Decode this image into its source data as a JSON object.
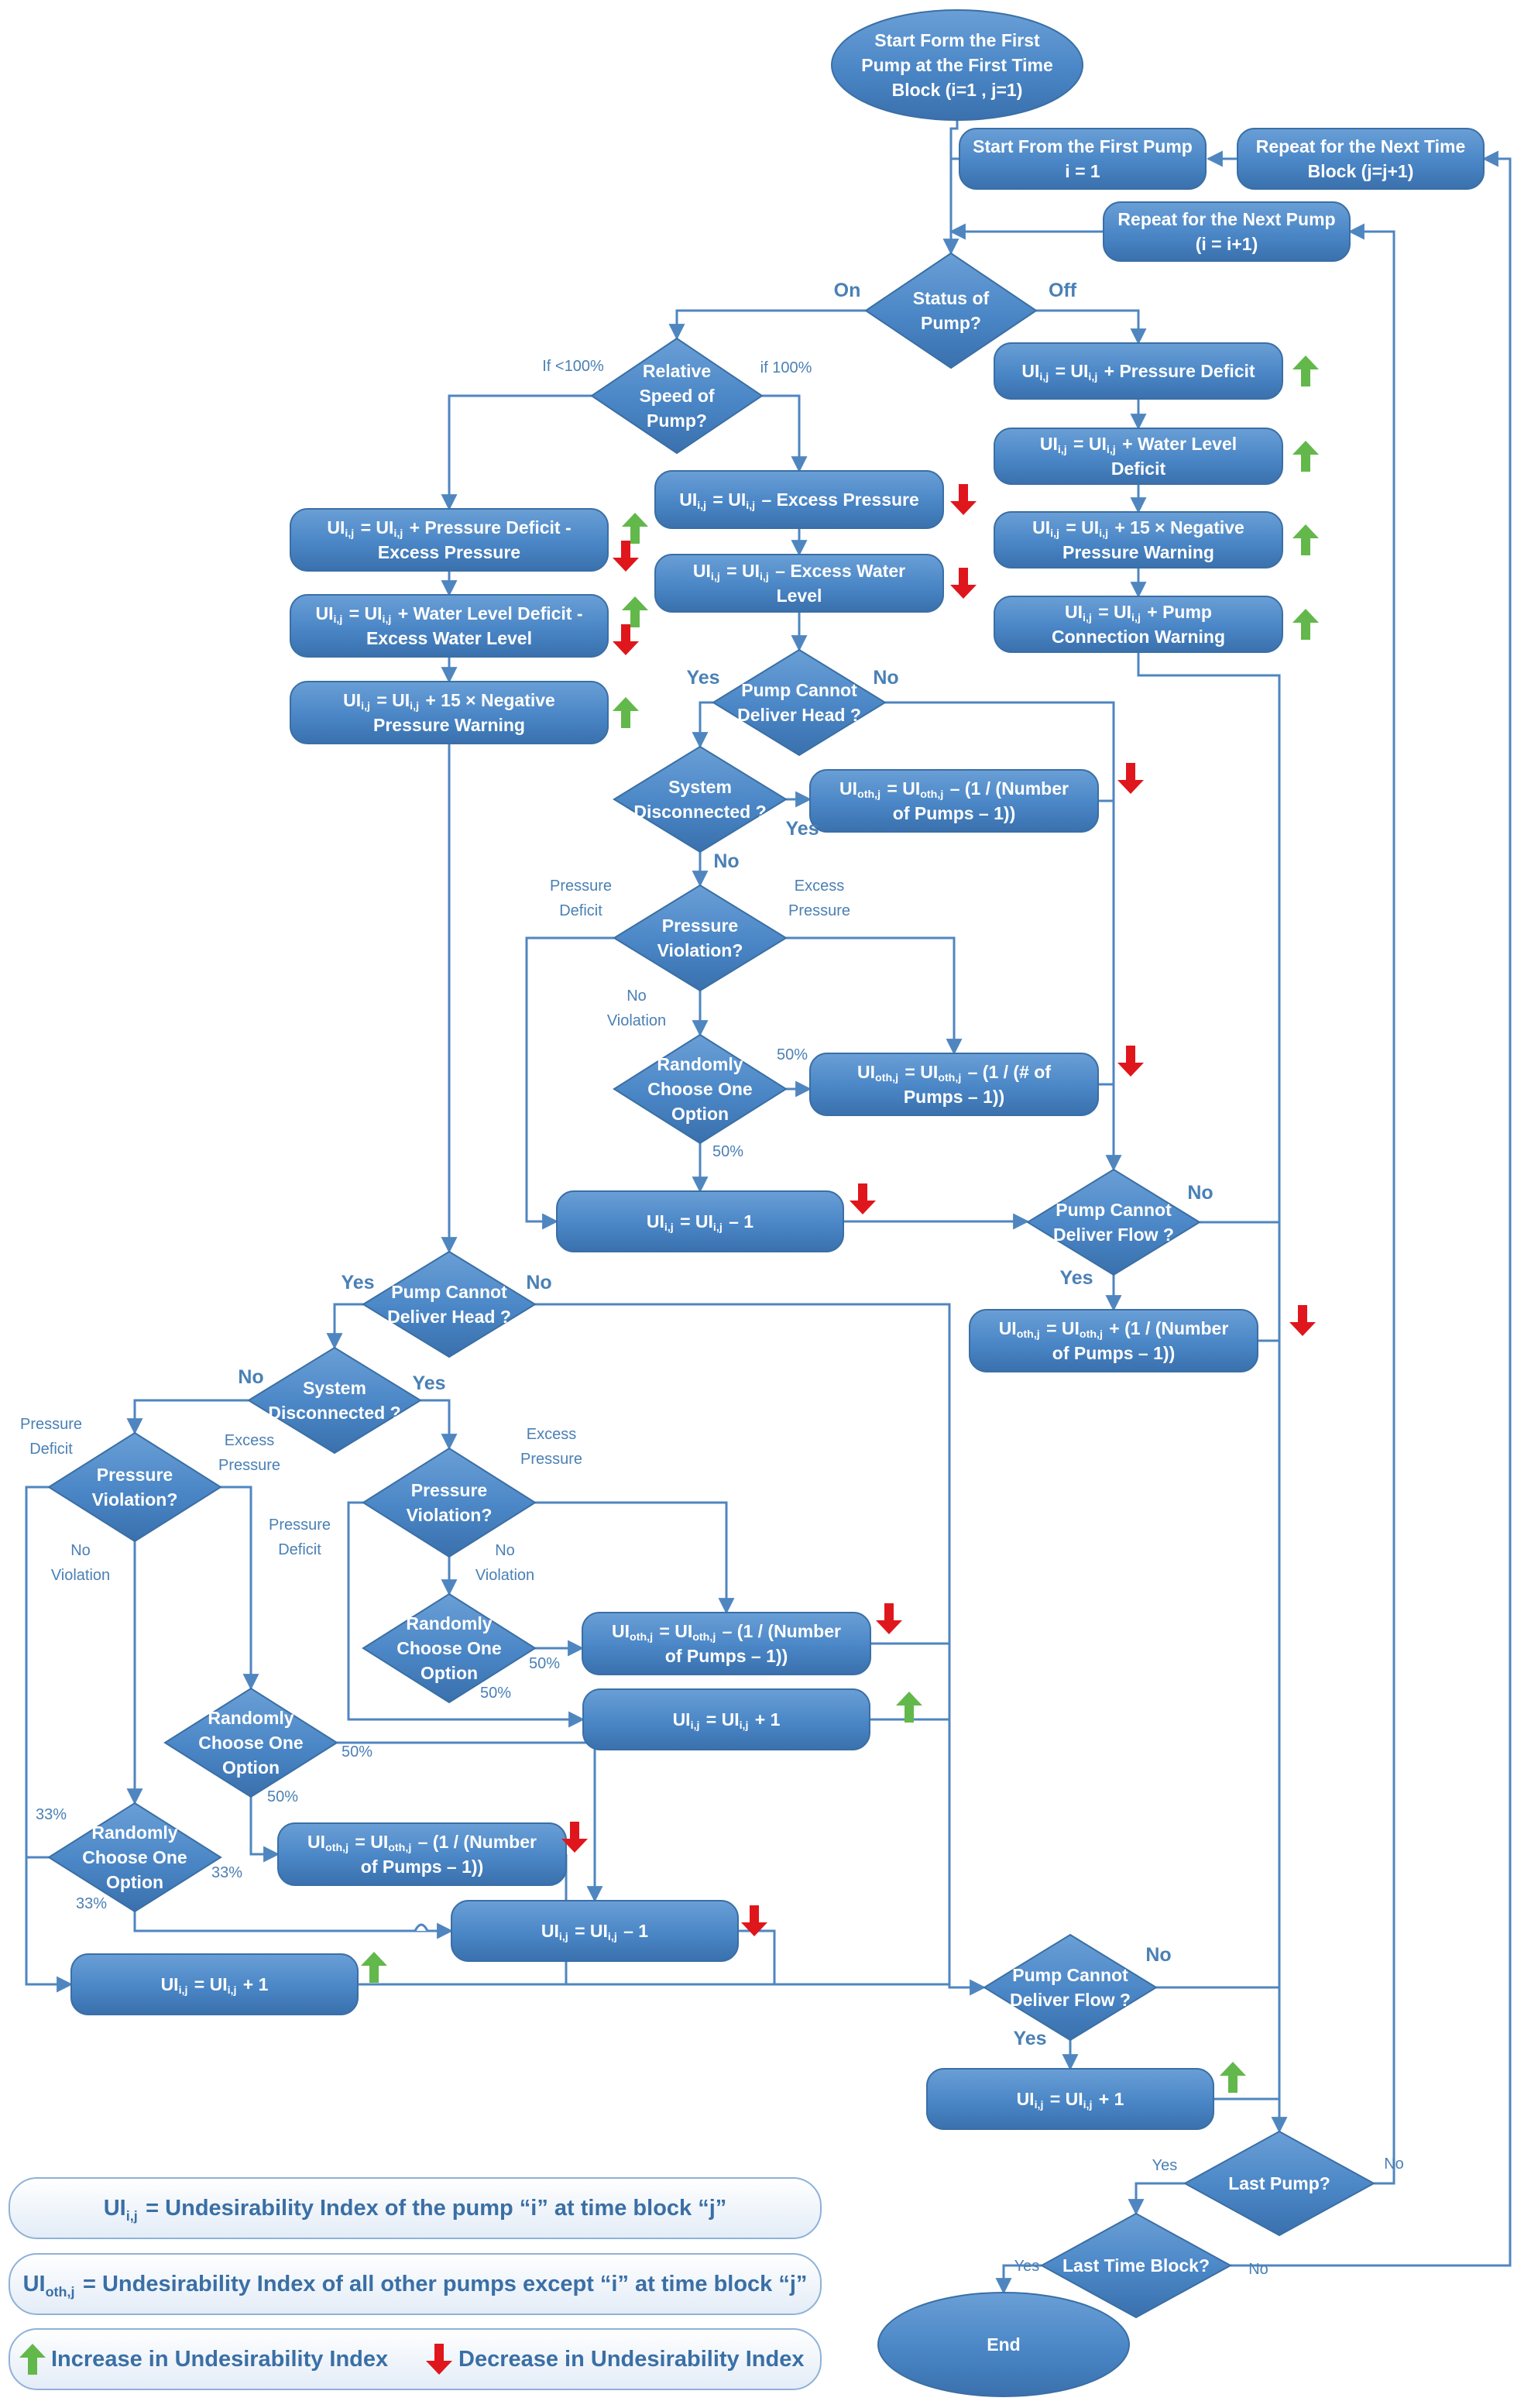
{
  "nodes": {
    "start": [
      "Start Form the First",
      "Pump at the First Time",
      "Block (i=1 , j=1)"
    ],
    "start_first_pump": [
      "Start From the First Pump",
      "i = 1"
    ],
    "repeat_time_block": [
      "Repeat for the Next Time",
      "Block (j=j+1)"
    ],
    "repeat_pump": [
      "Repeat for the Next Pump",
      "(i = i+1)"
    ],
    "status": [
      "Status of",
      "Pump?"
    ],
    "relative_speed": [
      "Relative",
      "Speed of",
      "Pump?"
    ],
    "off_pd": [
      "UIi,j = UIi,j + Pressure Deficit"
    ],
    "off_wl": [
      "UIi,j = UIi,j +  Water Level",
      "Deficit"
    ],
    "off_np": [
      "UIi,j = UIi,j +  15 × Negative",
      "Pressure Warning"
    ],
    "off_pc": [
      "UIi,j = UIi,j +  Pump",
      "Connection Warning"
    ],
    "full_ep": [
      "UIi,j = UIi,j – Excess Pressure"
    ],
    "full_ew": [
      "UIi,j = UIi,j – Excess Water",
      "Level"
    ],
    "part_pd": [
      "UIi,j = UIi,j + Pressure Deficit -",
      "Excess Pressure"
    ],
    "part_wl": [
      "UIi,j = UIi,j +  Water Level Deficit -",
      "Excess Water Level"
    ],
    "part_np": [
      "UIi,j = UIi,j +  15 × Negative",
      "Pressure Warning"
    ],
    "d_head1": [
      "Pump Cannot",
      "Deliver Head ?"
    ],
    "d_sys1": [
      "System",
      "Disconnected ?"
    ],
    "oth1": [
      "UIoth,j = UIoth,j – (1 / (Number",
      "of Pumps – 1))"
    ],
    "d_pv1": [
      "Pressure",
      "Violation?"
    ],
    "d_rand1": [
      "Randomly",
      "Choose One",
      "Option"
    ],
    "oth2": [
      "UIoth,j = UIoth,j – (1 / (# of",
      "Pumps – 1))"
    ],
    "ui_m1a": [
      "UIi,j = UIi,j – 1"
    ],
    "d_flow1": [
      "Pump Cannot",
      "Deliver Flow ?"
    ],
    "oth_plus": [
      "UIoth,j = UIoth,j + (1 / (Number",
      "of Pumps – 1))"
    ],
    "d_head2": [
      "Pump Cannot",
      "Deliver Head ?"
    ],
    "d_sys2": [
      "System",
      "Disconnected ?"
    ],
    "d_pv2": [
      "Pressure",
      "Violation?"
    ],
    "d_pv3": [
      "Pressure",
      "Violation?"
    ],
    "d_rand2": [
      "Randomly",
      "Choose One",
      "Option"
    ],
    "oth3": [
      "UIoth,j = UIoth,j – (1 / (Number",
      "of Pumps – 1))"
    ],
    "ui_p1a": [
      "UIi,j = UIi,j + 1"
    ],
    "d_rand3": [
      "Randomly",
      "Choose One",
      "Option"
    ],
    "d_rand4": [
      "Randomly",
      "Choose One",
      "Option"
    ],
    "oth4": [
      "UIoth,j = UIoth,j – (1 / (Number",
      "of Pumps – 1))"
    ],
    "ui_m1b": [
      "UIi,j = UIi,j – 1"
    ],
    "ui_p1b": [
      "UIi,j = UIi,j + 1"
    ],
    "d_flow2": [
      "Pump Cannot",
      "Deliver Flow ?"
    ],
    "ui_p1c": [
      "UIi,j = UIi,j + 1"
    ],
    "d_last_pump": [
      "Last Pump?"
    ],
    "d_last_block": [
      "Last Time Block?"
    ],
    "end": [
      "End"
    ]
  },
  "edge_labels": {
    "on": "On",
    "off": "Off",
    "lt100": "If <100%",
    "eq100": "if 100%",
    "yes": "Yes",
    "no": "No",
    "pressure_deficit": [
      "Pressure",
      "Deficit"
    ],
    "excess_pressure": [
      "Excess",
      "Pressure"
    ],
    "no_violation": [
      "No",
      "Violation"
    ],
    "p50": "50%",
    "p33": "33%"
  },
  "legend": {
    "ui_def": "UIi,j = Undesirability Index of the pump “i” at time block “j”",
    "uioth_def": "UIoth,j = Undesirability Index of all other pumps except “i” at time block “j”",
    "increase": "Increase in Undesirability Index",
    "decrease": "Decrease in Undesirability Index"
  },
  "colors": {
    "node_fill": "#4a86c6",
    "node_stroke": "#3a6fa5",
    "line": "#4f86c0",
    "up_arrow": "#62b84a",
    "down_arrow": "#e0161d",
    "legend_fill": "#eef3fa"
  },
  "icons": {
    "increase": "up-arrow-icon",
    "decrease": "down-arrow-icon"
  }
}
